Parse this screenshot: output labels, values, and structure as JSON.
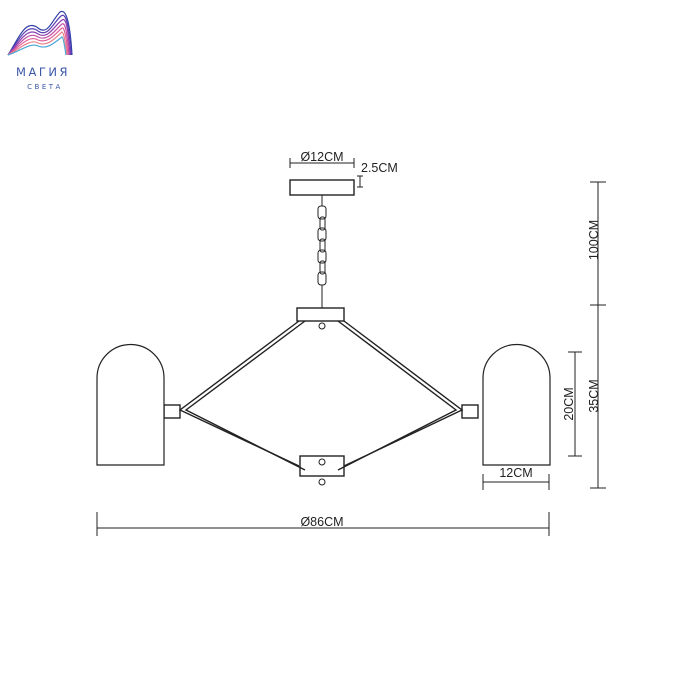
{
  "brand": {
    "name": "МАГИЯ",
    "tagline": "СВЕТА",
    "colors": [
      "#2f3fa8",
      "#7b3fb0",
      "#d14fa0",
      "#e8708a",
      "#4aa6d6"
    ]
  },
  "dimensions": {
    "canopy_diameter": "Ø12CM",
    "canopy_height": "2.5CM",
    "chain_length": "100CM",
    "body_height": "35CM",
    "shade_height": "20CM",
    "shade_width": "12CM",
    "overall_diameter": "Ø86CM"
  },
  "line_color": "#222222"
}
